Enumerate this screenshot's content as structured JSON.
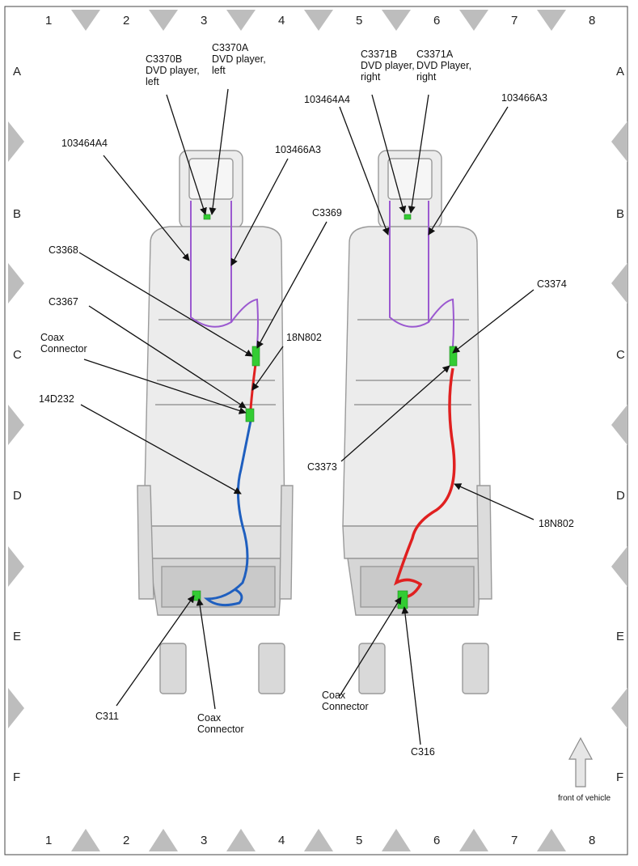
{
  "grid": {
    "columns": [
      "1",
      "2",
      "3",
      "4",
      "5",
      "6",
      "7",
      "8"
    ],
    "rows": [
      "A",
      "B",
      "C",
      "D",
      "E",
      "F"
    ]
  },
  "callouts": {
    "c3370b": "C3370B\nDVD player,\nleft",
    "c3370a": "C3370A\nDVD player,\nleft",
    "c3371b": "C3371B\nDVD player,\nright",
    "c3371a": "C3371A\nDVD Player,\nright",
    "l_103464a4": "103464A4",
    "l_103466a3": "103466A3",
    "r_103464a4": "103464A4",
    "r_103466a3": "103466A3",
    "c3369": "C3369",
    "c3368": "C3368",
    "c3367": "C3367",
    "l_18n802": "18N802",
    "coax_left_top": "Coax\nConnector",
    "d14d232": "14D232",
    "c311": "C311",
    "coax_left_bottom": "Coax\nConnector",
    "c3374": "C3374",
    "c3373": "C3373",
    "r_18n802": "18N802",
    "coax_right": "Coax\nConnector",
    "c316": "C316"
  },
  "front_of_vehicle": "front of vehicle",
  "colors": {
    "harness_purple": "#9b59d0",
    "harness_red": "#e02020",
    "harness_blue": "#1f5fbf",
    "connector_green": "#33cc33",
    "seat_fill": "#ececec",
    "seat_stroke": "#9a9a9a",
    "marker_gray": "#b9b9b9"
  }
}
